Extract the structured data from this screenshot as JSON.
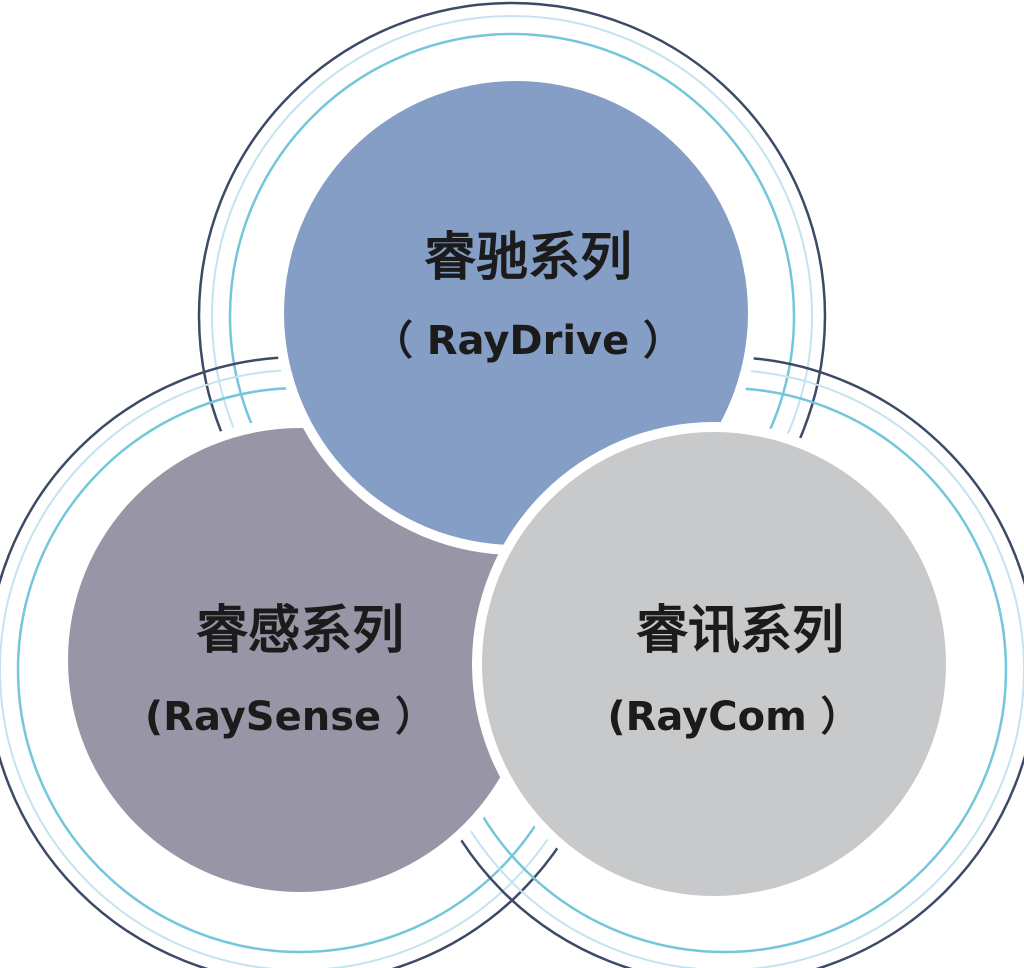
{
  "nodes": [
    {
      "id": "drive",
      "title": "睿驰系列",
      "subtitle": "（ RayDrive ）",
      "fill": "#849ec5"
    },
    {
      "id": "sense",
      "title": "睿感系列",
      "subtitle": "(RaySense ）",
      "fill": "#9896a6"
    },
    {
      "id": "com",
      "title": "睿讯系列",
      "subtitle": "(RayCom ）",
      "fill": "#c8c9cb"
    }
  ],
  "colors": {
    "ring_dark": "#3d4a66",
    "ring_light": "#74c6db",
    "ring_fade": "#c3e4ee",
    "background": "#ffffff"
  }
}
